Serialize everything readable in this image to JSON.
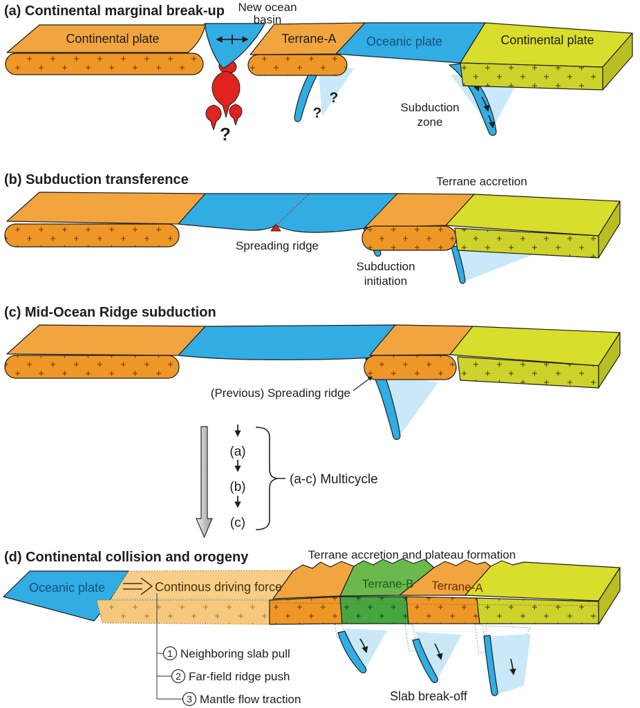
{
  "palette": {
    "plate_orange_top": "#f2a53e",
    "plate_orange_front": "#ef9726",
    "ghost_orange_top": "#f8cd87",
    "ghost_orange_front": "#f6c87e",
    "ocean_blue": "#31ade3",
    "slab_shadow_blue": "#c9e8f8",
    "continent_yellow_top": "#d9dd2c",
    "continent_yellow_front": "#cdd32b",
    "continent_yellow_side": "#b9bf22",
    "terrane_b_green_top": "#6bb94d",
    "terrane_b_green_front": "#46a63e",
    "magma_red": "#e0231d",
    "outline": "#1d1d1b",
    "multicycle_arrow_gray": "#c9c9c9"
  },
  "panel_a": {
    "title": "(a) Continental marginal break-up",
    "new_ocean_basin_line1": "New ocean",
    "new_ocean_basin_line2": "basin",
    "continental_plate_left": "Continental plate",
    "terrane_a": "Terrane-A",
    "oceanic_plate": "Oceanic plate",
    "continental_plate_right": "Continental plate",
    "subduction_zone_line1": "Subduction",
    "subduction_zone_line2": "zone",
    "magma_question": "?",
    "slab_question_1": "?",
    "slab_question_2": "?"
  },
  "panel_b": {
    "title": "(b) Subduction transference",
    "terrane_accretion": "Terrane accretion",
    "spreading_ridge": "Spreading ridge",
    "subduction_initiation_line1": "Subduction",
    "subduction_initiation_line2": "initiation"
  },
  "panel_c": {
    "title": "(c) Mid-Ocean Ridge subduction",
    "previous_spreading_ridge": "(Previous) Spreading ridge"
  },
  "multicycle": {
    "step_a": "(a)",
    "step_b": "(b)",
    "step_c": "(c)",
    "label": "(a-c) Multicycle"
  },
  "panel_d": {
    "title": "(d) Continental collision and orogeny",
    "terrane_accretion_plateau": "Terrane accretion and plateau formation",
    "oceanic_plate": "Oceanic plate",
    "driving_force": "Continous driving force",
    "terrane_b": "Terrane-B",
    "terrane_a": "Terrane-A",
    "slab_break_off": "Slab break-off",
    "forces": [
      {
        "num": "1",
        "label": "Neighboring slab pull"
      },
      {
        "num": "2",
        "label": "Far-field ridge push"
      },
      {
        "num": "3",
        "label": "Mantle flow traction"
      }
    ]
  }
}
